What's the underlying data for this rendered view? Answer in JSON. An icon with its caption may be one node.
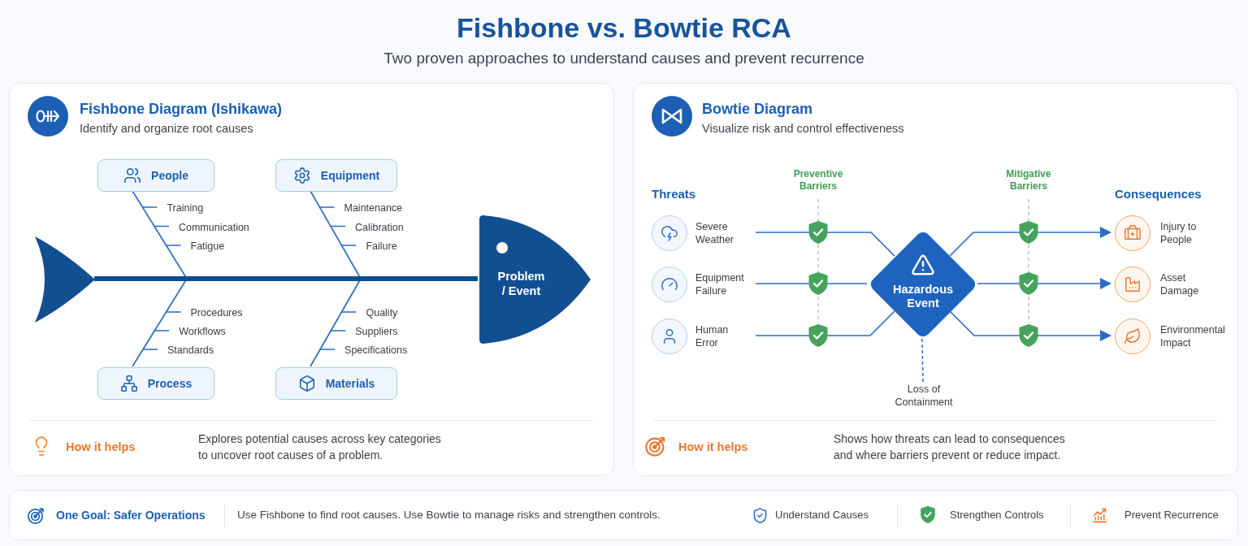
{
  "diagram": {
    "title": "Fishbone vs. Bowtie RCA",
    "nodes": [
      {
        "text": [
          "Fishbone Diagram (Ishikawa)",
          "Identify and organize root causes",
          "How it helps",
          "Explores potential causes across key categories to uncover root causes of a problem."
        ]
      },
      {
        "text": [
          "People"
        ],
        "in": 0,
        "beside": [
          "Training",
          "Communication",
          "Fatigue"
        ]
      },
      {
        "text": [
          "Equipment"
        ],
        "in": 0,
        "beside": [
          "Maintenance",
          "Calibration",
          "Failure"
        ]
      },
      {
        "text": [],
        "shape": "triangle",
        "in": 0
      },
      {
        "text": [
          "Problem / Event"
        ],
        "in": 0
      },
      {
        "text": [
          "Process"
        ],
        "in": 0,
        "beside": [
          "Procedures",
          "Workflows",
          "Standards"
        ]
      },
      {
        "text": [
          "Materials"
        ],
        "in": 0,
        "beside": [
          "Quality",
          "Suppliers",
          "Specifications"
        ]
      },
      {
        "text": [
          "Bowtie Diagram",
          "Visualize risk and control effectiveness",
          "How it helps",
          "Shows how threats can lead to consequences and where barriers prevent or reduce impact."
        ]
      },
      {
        "text": [
          "Severe Weather"
        ],
        "in": 7
      },
      {
        "text": [
          "Equipment Failure"
        ],
        "in": 7
      },
      {
        "text": [
          "Human Error"
        ],
        "in": 7
      },
      {
        "text": [
          "Hazardous Event"
        ],
        "in": 7
      },
      {
        "text": [],
        "shape": "circle",
        "in": 7,
        "beside": [
          "Injury to People"
        ]
      },
      {
        "text": [],
        "shape": "circle",
        "in": 7,
        "beside": [
          "Asset Damage"
        ]
      },
      {
        "text": [],
        "shape": "circle",
        "in": 7,
        "beside": [
          "Environmental Impact"
        ]
      },
      {
        "text": [
          "Loss of Containment"
        ],
        "in": 7
      },
      {
        "text": [
          "One Goal: Safer Operations",
          "Use Fishbone to find root causes. Use Bowtie to manage risks and strengthen controls.",
          "Understand Causes",
          "Strengthen Controls",
          "Prevent Recurrence"
        ]
      }
    ],
    "edges": [
      {
        "from": 3,
        "to": 4,
        "arrow": "none",
        "style": "thick",
        "color": "#0f4c8f"
      },
      {
        "from": 1,
        "to": null,
        "arrow": "none"
      },
      {
        "from": 2,
        "to": null,
        "arrow": "none"
      },
      {
        "from": 5,
        "to": null,
        "arrow": "none"
      },
      {
        "from": 6,
        "to": null,
        "arrow": "none"
      },
      {
        "from": 8,
        "to": 11,
        "arrow": "none"
      },
      {
        "from": 9,
        "to": 11,
        "arrow": "none"
      },
      {
        "from": 10,
        "to": 11,
        "arrow": "none"
      },
      {
        "from": 11,
        "to": 12,
        "arrow": "to"
      },
      {
        "from": 11,
        "to": 13,
        "arrow": "to"
      },
      {
        "from": 11,
        "to": 14,
        "arrow": "to"
      },
      {
        "from": 11,
        "to": 15,
        "arrow": "none",
        "style": "dashed"
      }
    ],
    "labels": [
      "Two proven approaches to understand causes and prevent recurrence",
      "Threats",
      "Preventive Barriers",
      "Mitigative Barriers",
      "Consequences"
    ]
  }
}
